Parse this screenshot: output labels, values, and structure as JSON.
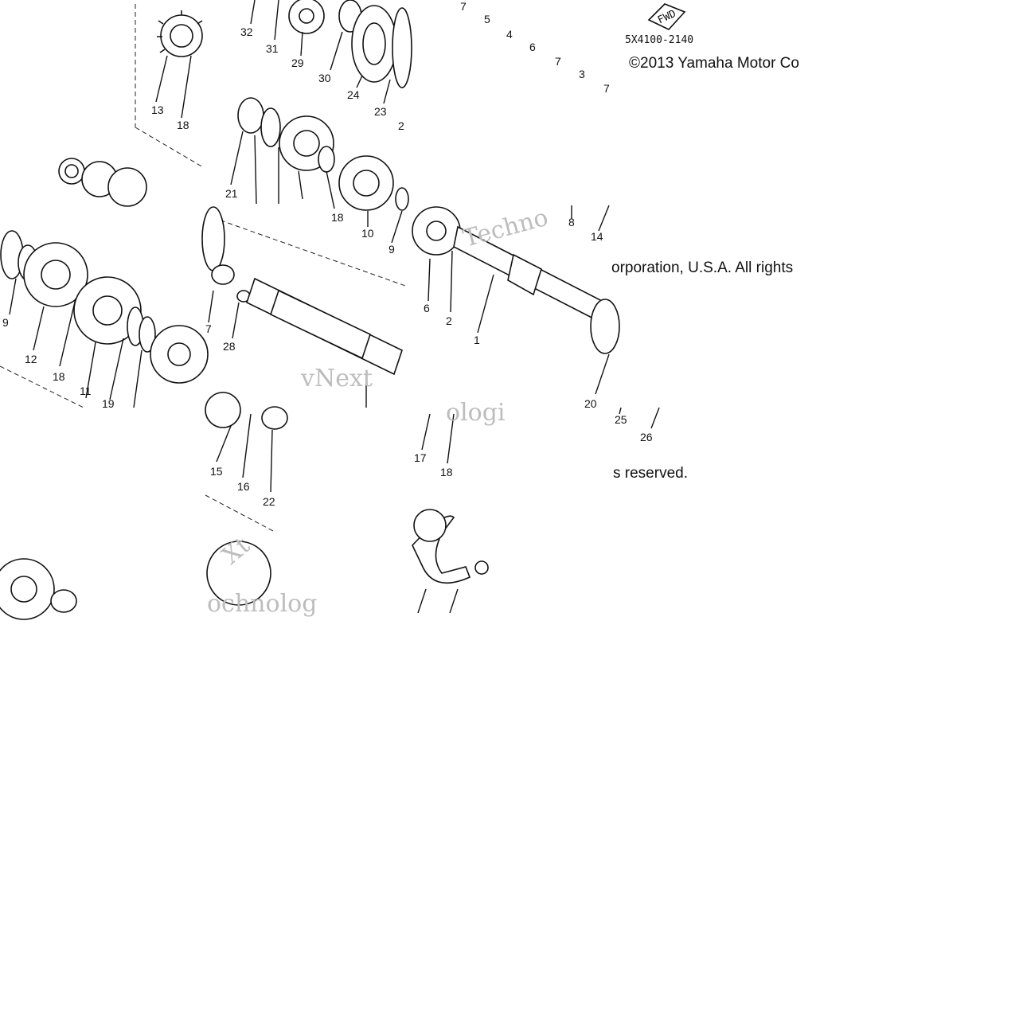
{
  "diagram": {
    "part_code": "5X4100-2140",
    "fwd_label": "FWD",
    "copyright_line1": "©2013 Yamaha Motor Co",
    "copyright_line2": "orporation, U.S.A. All rights",
    "copyright_line3": "s reserved.",
    "watermark_1": "vNext",
    "watermark_2": "Techno",
    "watermark_3": "ologi",
    "watermark_4": "Xt",
    "watermark_5": "ochnolog",
    "callouts": {
      "c7a": "7",
      "c5": "5",
      "c4": "4",
      "c6a": "6",
      "c7b": "7",
      "c3": "3",
      "c7c": "7",
      "c32": "32",
      "c31": "31",
      "c29": "29",
      "c30": "30",
      "c24": "24",
      "c23": "23",
      "c2x": "2",
      "c13": "13",
      "c18a": "18",
      "c21": "21",
      "c18b": "18",
      "c10": "10",
      "c9": "9",
      "c8": "8",
      "c14": "14",
      "c6b": "6",
      "c2": "2",
      "c1": "1",
      "c20": "20",
      "c19a": "9",
      "c12": "12",
      "c18c": "18",
      "c11": "11",
      "c19b": "19",
      "c27": "7",
      "c28": "28",
      "c15": "15",
      "c16": "16",
      "c22": "22",
      "c17": "17",
      "c18d": "18",
      "c25": "25",
      "c26": "26"
    }
  }
}
